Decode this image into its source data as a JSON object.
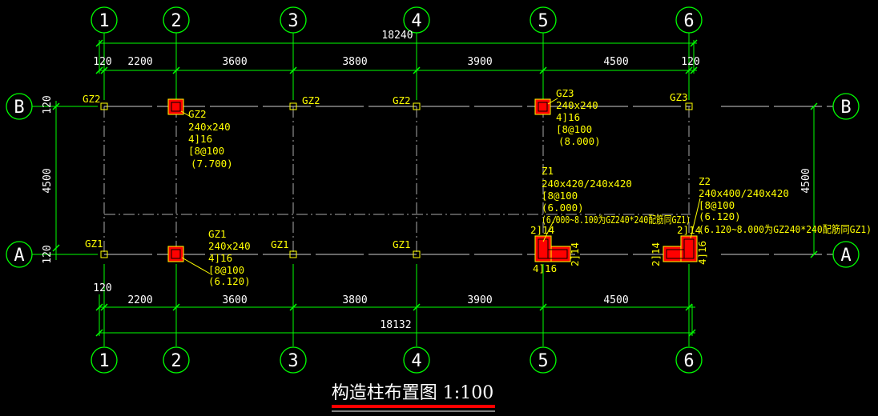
{
  "axes": {
    "columns": [
      "1",
      "2",
      "3",
      "4",
      "5",
      "6"
    ],
    "rows": [
      "B",
      "A"
    ]
  },
  "dims": {
    "top_total": "18240",
    "top_segments": [
      "120",
      "2200",
      "3600",
      "3800",
      "3900",
      "4500",
      "120"
    ],
    "bottom_total": "18132",
    "bottom_left": "120",
    "bottom_segments": [
      "2200",
      "3600",
      "3800",
      "3900",
      "4500"
    ],
    "left_segments": [
      "120",
      "4500",
      "120"
    ],
    "right_segment": "4500"
  },
  "markers": {
    "gz2_b1": "GZ2",
    "gz2_b3": "GZ2",
    "gz2_b4": "GZ2",
    "gz3_b6": "GZ3",
    "gz1_a1": "GZ1",
    "gz1_a3": "GZ1",
    "gz1_a4": "GZ1"
  },
  "callouts": {
    "gz2": [
      "GZ2",
      "240x240",
      "4]16",
      "[8@100",
      "(7.700)"
    ],
    "gz3": [
      "GZ3",
      "240x240",
      "4]16",
      "[8@100",
      "(8.000)"
    ],
    "gz1": [
      "GZ1",
      "240x240",
      "4]16",
      "[8@100",
      "(6.120)"
    ],
    "z1": [
      "Z1",
      "240x420/240x420",
      "[8@100",
      "(6.000)",
      "(6.000~8.100为GZ240*240配筋同GZ1)"
    ],
    "z2": [
      "Z2",
      "240x400/240x420",
      "[8@100",
      "(6.120)",
      "(6.120~8.000为GZ240*240配筋同GZ1)"
    ]
  },
  "rebar": {
    "z1_top": "2]14",
    "z1_right": "2]14",
    "z1_bottom": "4]16",
    "z2_top": "2]14",
    "z2_left": "2]14",
    "z2_right": "4]16"
  },
  "title": "构造柱布置图 1:100",
  "colors": {
    "dimension": "#00ff00",
    "label": "#ffff00",
    "column_fill": "#ff0000",
    "text": "#ffffff",
    "title_underline": "#ff0000"
  }
}
